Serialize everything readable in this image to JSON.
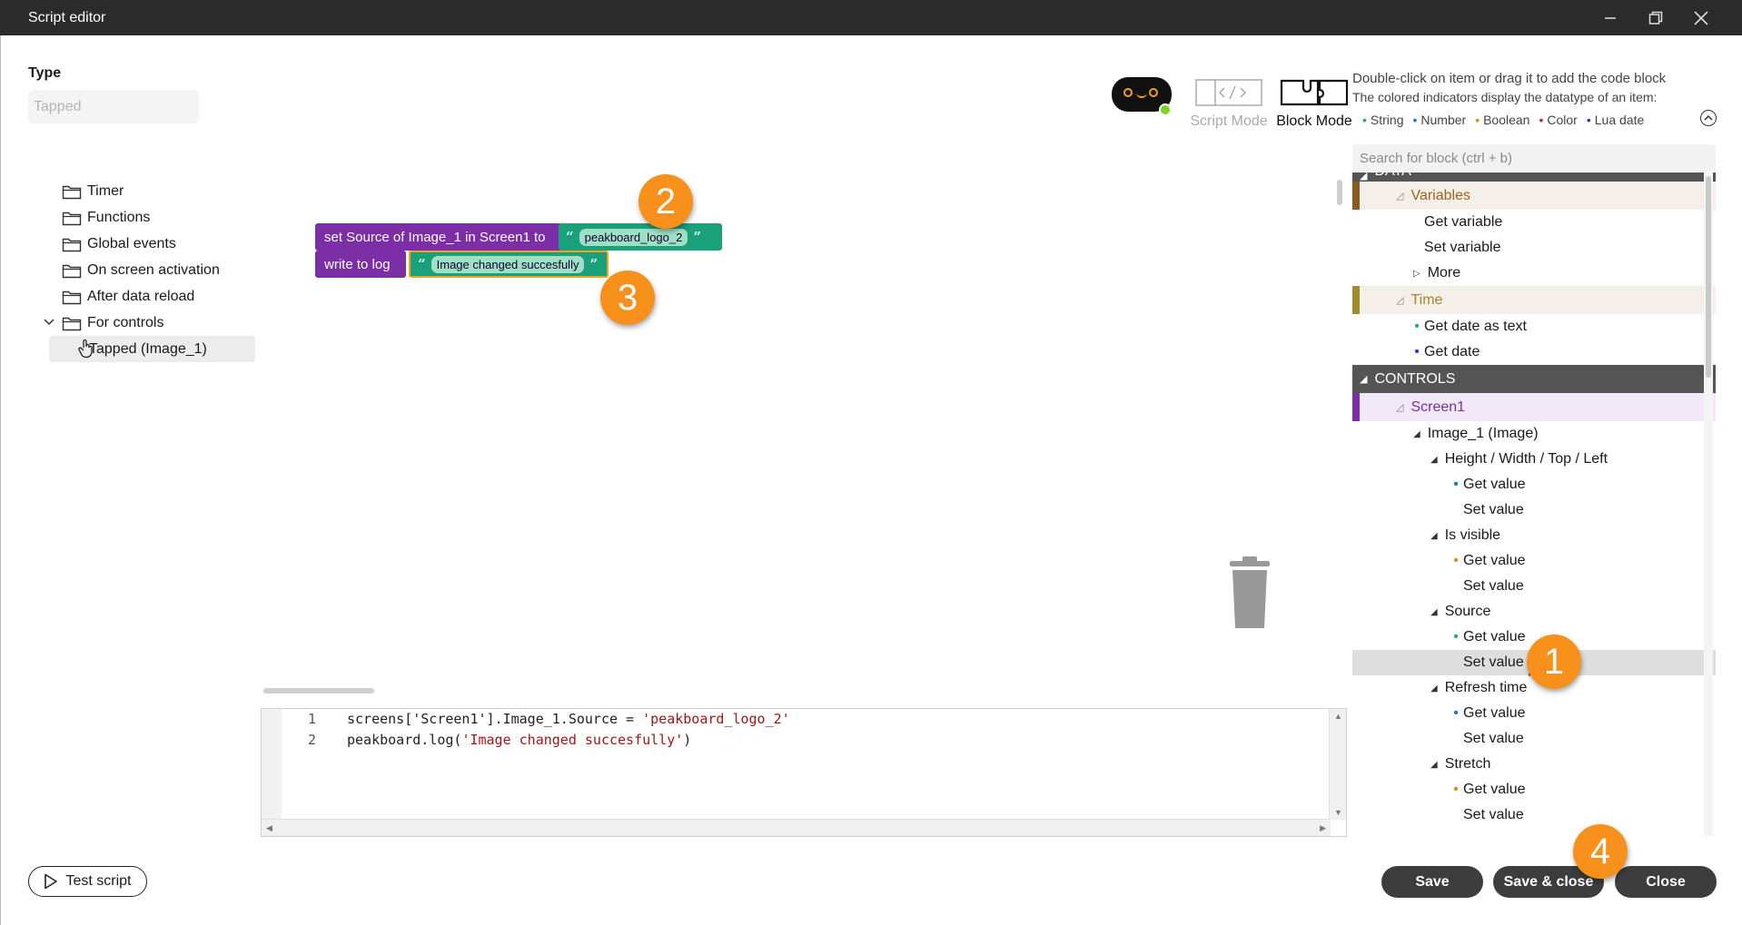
{
  "window": {
    "title": "Script editor"
  },
  "type": {
    "label": "Type",
    "placeholder": "Tapped"
  },
  "tree": {
    "items": [
      "Timer",
      "Functions",
      "Global events",
      "On screen activation",
      "After data reload",
      "For controls"
    ],
    "child": "Tapped (Image_1)"
  },
  "toolbar": {
    "script_mode": "Script Mode",
    "block_mode": "Block Mode",
    "hint_line1": "Double-click on item or drag it to add the code block",
    "hint_line2": "The colored indicators display the datatype of an item:",
    "legend": [
      "String",
      "Number",
      "Boolean",
      "Color",
      "Lua date"
    ],
    "search_placeholder": "Search for block (ctrl + b)"
  },
  "colors": {
    "string": "#1aaf74",
    "number": "#1877c9",
    "boolean": "#e08a18",
    "color": "#d0202c",
    "lua_date": "#5b2bb8",
    "badge": "#f7911c",
    "block_purple": "#7b2ea6",
    "block_green": "#1aa07a"
  },
  "panel": {
    "data_cat": "DATA",
    "variables": "Variables",
    "get_variable": "Get variable",
    "set_variable": "Set variable",
    "more": "More",
    "time": "Time",
    "get_date_as_text": "Get date as text",
    "get_date": "Get date",
    "controls_cat": "CONTROLS",
    "screen": "Screen1",
    "image": "Image_1 (Image)",
    "hwtl": "Height / Width / Top / Left",
    "is_visible": "Is visible",
    "source": "Source",
    "refresh_time": "Refresh time",
    "stretch": "Stretch",
    "get_value": "Get value",
    "set_value": "Set value"
  },
  "blocks": {
    "set_source": "set Source of Image_1 in Screen1 to",
    "value1": "peakboard_logo_2",
    "write_log": "write to log",
    "value2": "Image changed succesfully"
  },
  "badges": [
    "1",
    "2",
    "3",
    "4"
  ],
  "code": {
    "line1_num": "1",
    "line1_pre": "screens['Screen1'].Image_1.Source = ",
    "line1_str": "'peakboard_logo_2'",
    "line2_num": "2",
    "line2_pre": "peakboard.log(",
    "line2_str": "'Image changed succesfully'",
    "line2_post": ")"
  },
  "buttons": {
    "test": "Test script",
    "save": "Save",
    "save_close": "Save & close",
    "close": "Close"
  }
}
